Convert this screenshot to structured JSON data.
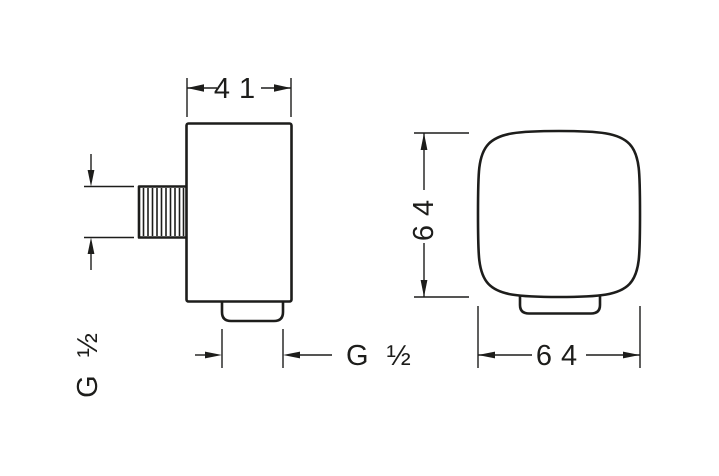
{
  "page": {
    "background": "#ffffff",
    "line_color": "#1d1d1b"
  },
  "side_view": {
    "top_width_label": "41",
    "left_thread_label": "G ½",
    "bottom_thread_label": "G ½"
  },
  "front_view": {
    "height_label": "64",
    "width_label": "64"
  }
}
